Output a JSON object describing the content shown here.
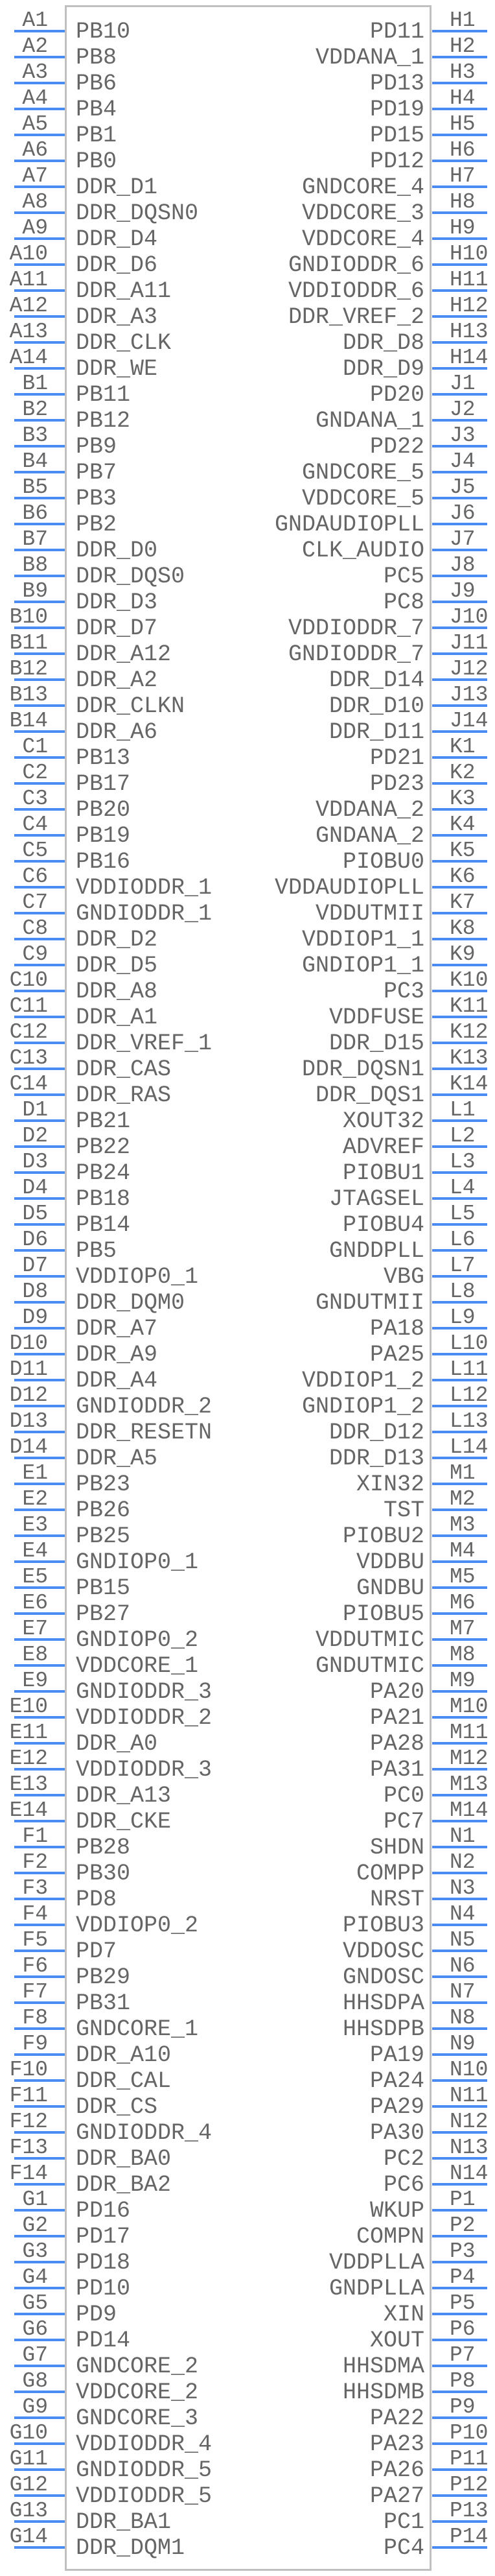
{
  "colors": {
    "pin_line": "#4a8cf2",
    "body_border": "#c0c0c0",
    "text": "#666666"
  },
  "left_pins": [
    {
      "number": "A1",
      "name": "PB10"
    },
    {
      "number": "A2",
      "name": "PB8"
    },
    {
      "number": "A3",
      "name": "PB6"
    },
    {
      "number": "A4",
      "name": "PB4"
    },
    {
      "number": "A5",
      "name": "PB1"
    },
    {
      "number": "A6",
      "name": "PB0"
    },
    {
      "number": "A7",
      "name": "DDR_D1"
    },
    {
      "number": "A8",
      "name": "DDR_DQSN0"
    },
    {
      "number": "A9",
      "name": "DDR_D4"
    },
    {
      "number": "A10",
      "name": "DDR_D6"
    },
    {
      "number": "A11",
      "name": "DDR_A11"
    },
    {
      "number": "A12",
      "name": "DDR_A3"
    },
    {
      "number": "A13",
      "name": "DDR_CLK"
    },
    {
      "number": "A14",
      "name": "DDR_WE"
    },
    {
      "number": "B1",
      "name": "PB11"
    },
    {
      "number": "B2",
      "name": "PB12"
    },
    {
      "number": "B3",
      "name": "PB9"
    },
    {
      "number": "B4",
      "name": "PB7"
    },
    {
      "number": "B5",
      "name": "PB3"
    },
    {
      "number": "B6",
      "name": "PB2"
    },
    {
      "number": "B7",
      "name": "DDR_D0"
    },
    {
      "number": "B8",
      "name": "DDR_DQS0"
    },
    {
      "number": "B9",
      "name": "DDR_D3"
    },
    {
      "number": "B10",
      "name": "DDR_D7"
    },
    {
      "number": "B11",
      "name": "DDR_A12"
    },
    {
      "number": "B12",
      "name": "DDR_A2"
    },
    {
      "number": "B13",
      "name": "DDR_CLKN"
    },
    {
      "number": "B14",
      "name": "DDR_A6"
    },
    {
      "number": "C1",
      "name": "PB13"
    },
    {
      "number": "C2",
      "name": "PB17"
    },
    {
      "number": "C3",
      "name": "PB20"
    },
    {
      "number": "C4",
      "name": "PB19"
    },
    {
      "number": "C5",
      "name": "PB16"
    },
    {
      "number": "C6",
      "name": "VDDIODDR_1"
    },
    {
      "number": "C7",
      "name": "GNDIODDR_1"
    },
    {
      "number": "C8",
      "name": "DDR_D2"
    },
    {
      "number": "C9",
      "name": "DDR_D5"
    },
    {
      "number": "C10",
      "name": "DDR_A8"
    },
    {
      "number": "C11",
      "name": "DDR_A1"
    },
    {
      "number": "C12",
      "name": "DDR_VREF_1"
    },
    {
      "number": "C13",
      "name": "DDR_CAS"
    },
    {
      "number": "C14",
      "name": "DDR_RAS"
    },
    {
      "number": "D1",
      "name": "PB21"
    },
    {
      "number": "D2",
      "name": "PB22"
    },
    {
      "number": "D3",
      "name": "PB24"
    },
    {
      "number": "D4",
      "name": "PB18"
    },
    {
      "number": "D5",
      "name": "PB14"
    },
    {
      "number": "D6",
      "name": "PB5"
    },
    {
      "number": "D7",
      "name": "VDDIOP0_1"
    },
    {
      "number": "D8",
      "name": "DDR_DQM0"
    },
    {
      "number": "D9",
      "name": "DDR_A7"
    },
    {
      "number": "D10",
      "name": "DDR_A9"
    },
    {
      "number": "D11",
      "name": "DDR_A4"
    },
    {
      "number": "D12",
      "name": "GNDIODDR_2"
    },
    {
      "number": "D13",
      "name": "DDR_RESETN"
    },
    {
      "number": "D14",
      "name": "DDR_A5"
    },
    {
      "number": "E1",
      "name": "PB23"
    },
    {
      "number": "E2",
      "name": "PB26"
    },
    {
      "number": "E3",
      "name": "PB25"
    },
    {
      "number": "E4",
      "name": "GNDIOP0_1"
    },
    {
      "number": "E5",
      "name": "PB15"
    },
    {
      "number": "E6",
      "name": "PB27"
    },
    {
      "number": "E7",
      "name": "GNDIOP0_2"
    },
    {
      "number": "E8",
      "name": "VDDCORE_1"
    },
    {
      "number": "E9",
      "name": "GNDIODDR_3"
    },
    {
      "number": "E10",
      "name": "VDDIODDR_2"
    },
    {
      "number": "E11",
      "name": "DDR_A0"
    },
    {
      "number": "E12",
      "name": "VDDIODDR_3"
    },
    {
      "number": "E13",
      "name": "DDR_A13"
    },
    {
      "number": "E14",
      "name": "DDR_CKE"
    },
    {
      "number": "F1",
      "name": "PB28"
    },
    {
      "number": "F2",
      "name": "PB30"
    },
    {
      "number": "F3",
      "name": "PD8"
    },
    {
      "number": "F4",
      "name": "VDDIOP0_2"
    },
    {
      "number": "F5",
      "name": "PD7"
    },
    {
      "number": "F6",
      "name": "PB29"
    },
    {
      "number": "F7",
      "name": "PB31"
    },
    {
      "number": "F8",
      "name": "GNDCORE_1"
    },
    {
      "number": "F9",
      "name": "DDR_A10"
    },
    {
      "number": "F10",
      "name": "DDR_CAL"
    },
    {
      "number": "F11",
      "name": "DDR_CS"
    },
    {
      "number": "F12",
      "name": "GNDIODDR_4"
    },
    {
      "number": "F13",
      "name": "DDR_BA0"
    },
    {
      "number": "F14",
      "name": "DDR_BA2"
    },
    {
      "number": "G1",
      "name": "PD16"
    },
    {
      "number": "G2",
      "name": "PD17"
    },
    {
      "number": "G3",
      "name": "PD18"
    },
    {
      "number": "G4",
      "name": "PD10"
    },
    {
      "number": "G5",
      "name": "PD9"
    },
    {
      "number": "G6",
      "name": "PD14"
    },
    {
      "number": "G7",
      "name": "GNDCORE_2"
    },
    {
      "number": "G8",
      "name": "VDDCORE_2"
    },
    {
      "number": "G9",
      "name": "GNDCORE_3"
    },
    {
      "number": "G10",
      "name": "VDDIODDR_4"
    },
    {
      "number": "G11",
      "name": "GNDIODDR_5"
    },
    {
      "number": "G12",
      "name": "VDDIODDR_5"
    },
    {
      "number": "G13",
      "name": "DDR_BA1"
    },
    {
      "number": "G14",
      "name": "DDR_DQM1"
    }
  ],
  "right_pins": [
    {
      "number": "H1",
      "name": "PD11"
    },
    {
      "number": "H2",
      "name": "VDDANA_1"
    },
    {
      "number": "H3",
      "name": "PD13"
    },
    {
      "number": "H4",
      "name": "PD19"
    },
    {
      "number": "H5",
      "name": "PD15"
    },
    {
      "number": "H6",
      "name": "PD12"
    },
    {
      "number": "H7",
      "name": "GNDCORE_4"
    },
    {
      "number": "H8",
      "name": "VDDCORE_3"
    },
    {
      "number": "H9",
      "name": "VDDCORE_4"
    },
    {
      "number": "H10",
      "name": "GNDIODDR_6"
    },
    {
      "number": "H11",
      "name": "VDDIODDR_6"
    },
    {
      "number": "H12",
      "name": "DDR_VREF_2"
    },
    {
      "number": "H13",
      "name": "DDR_D8"
    },
    {
      "number": "H14",
      "name": "DDR_D9"
    },
    {
      "number": "J1",
      "name": "PD20"
    },
    {
      "number": "J2",
      "name": "GNDANA_1"
    },
    {
      "number": "J3",
      "name": "PD22"
    },
    {
      "number": "J4",
      "name": "GNDCORE_5"
    },
    {
      "number": "J5",
      "name": "VDDCORE_5"
    },
    {
      "number": "J6",
      "name": "GNDAUDIOPLL"
    },
    {
      "number": "J7",
      "name": "CLK_AUDIO"
    },
    {
      "number": "J8",
      "name": "PC5"
    },
    {
      "number": "J9",
      "name": "PC8"
    },
    {
      "number": "J10",
      "name": "VDDIODDR_7"
    },
    {
      "number": "J11",
      "name": "GNDIODDR_7"
    },
    {
      "number": "J12",
      "name": "DDR_D14"
    },
    {
      "number": "J13",
      "name": "DDR_D10"
    },
    {
      "number": "J14",
      "name": "DDR_D11"
    },
    {
      "number": "K1",
      "name": "PD21"
    },
    {
      "number": "K2",
      "name": "PD23"
    },
    {
      "number": "K3",
      "name": "VDDANA_2"
    },
    {
      "number": "K4",
      "name": "GNDANA_2"
    },
    {
      "number": "K5",
      "name": "PIOBU0"
    },
    {
      "number": "K6",
      "name": "VDDAUDIOPLL"
    },
    {
      "number": "K7",
      "name": "VDDUTMII"
    },
    {
      "number": "K8",
      "name": "VDDIOP1_1"
    },
    {
      "number": "K9",
      "name": "GNDIOP1_1"
    },
    {
      "number": "K10",
      "name": "PC3"
    },
    {
      "number": "K11",
      "name": "VDDFUSE"
    },
    {
      "number": "K12",
      "name": "DDR_D15"
    },
    {
      "number": "K13",
      "name": "DDR_DQSN1"
    },
    {
      "number": "K14",
      "name": "DDR_DQS1"
    },
    {
      "number": "L1",
      "name": "XOUT32"
    },
    {
      "number": "L2",
      "name": "ADVREF"
    },
    {
      "number": "L3",
      "name": "PIOBU1"
    },
    {
      "number": "L4",
      "name": "JTAGSEL"
    },
    {
      "number": "L5",
      "name": "PIOBU4"
    },
    {
      "number": "L6",
      "name": "GNDDPLL"
    },
    {
      "number": "L7",
      "name": "VBG"
    },
    {
      "number": "L8",
      "name": "GNDUTMII"
    },
    {
      "number": "L9",
      "name": "PA18"
    },
    {
      "number": "L10",
      "name": "PA25"
    },
    {
      "number": "L11",
      "name": "VDDIOP1_2"
    },
    {
      "number": "L12",
      "name": "GNDIOP1_2"
    },
    {
      "number": "L13",
      "name": "DDR_D12"
    },
    {
      "number": "L14",
      "name": "DDR_D13"
    },
    {
      "number": "M1",
      "name": "XIN32"
    },
    {
      "number": "M2",
      "name": "TST"
    },
    {
      "number": "M3",
      "name": "PIOBU2"
    },
    {
      "number": "M4",
      "name": "VDDBU"
    },
    {
      "number": "M5",
      "name": "GNDBU"
    },
    {
      "number": "M6",
      "name": "PIOBU5"
    },
    {
      "number": "M7",
      "name": "VDDUTMIC"
    },
    {
      "number": "M8",
      "name": "GNDUTMIC"
    },
    {
      "number": "M9",
      "name": "PA20"
    },
    {
      "number": "M10",
      "name": "PA21"
    },
    {
      "number": "M11",
      "name": "PA28"
    },
    {
      "number": "M12",
      "name": "PA31"
    },
    {
      "number": "M13",
      "name": "PC0"
    },
    {
      "number": "M14",
      "name": "PC7"
    },
    {
      "number": "N1",
      "name": "SHDN"
    },
    {
      "number": "N2",
      "name": "COMPP"
    },
    {
      "number": "N3",
      "name": "NRST"
    },
    {
      "number": "N4",
      "name": "PIOBU3"
    },
    {
      "number": "N5",
      "name": "VDDOSC"
    },
    {
      "number": "N6",
      "name": "GNDOSC"
    },
    {
      "number": "N7",
      "name": "HHSDPA"
    },
    {
      "number": "N8",
      "name": "HHSDPB"
    },
    {
      "number": "N9",
      "name": "PA19"
    },
    {
      "number": "N10",
      "name": "PA24"
    },
    {
      "number": "N11",
      "name": "PA29"
    },
    {
      "number": "N12",
      "name": "PA30"
    },
    {
      "number": "N13",
      "name": "PC2"
    },
    {
      "number": "N14",
      "name": "PC6"
    },
    {
      "number": "P1",
      "name": "WKUP"
    },
    {
      "number": "P2",
      "name": "COMPN"
    },
    {
      "number": "P3",
      "name": "VDDPLLA"
    },
    {
      "number": "P4",
      "name": "GNDPLLA"
    },
    {
      "number": "P5",
      "name": "XIN"
    },
    {
      "number": "P6",
      "name": "XOUT"
    },
    {
      "number": "P7",
      "name": "HHSDMA"
    },
    {
      "number": "P8",
      "name": "HHSDMB"
    },
    {
      "number": "P9",
      "name": "PA22"
    },
    {
      "number": "P10",
      "name": "PA23"
    },
    {
      "number": "P11",
      "name": "PA26"
    },
    {
      "number": "P12",
      "name": "PA27"
    },
    {
      "number": "P13",
      "name": "PC1"
    },
    {
      "number": "P14",
      "name": "PC4"
    }
  ]
}
